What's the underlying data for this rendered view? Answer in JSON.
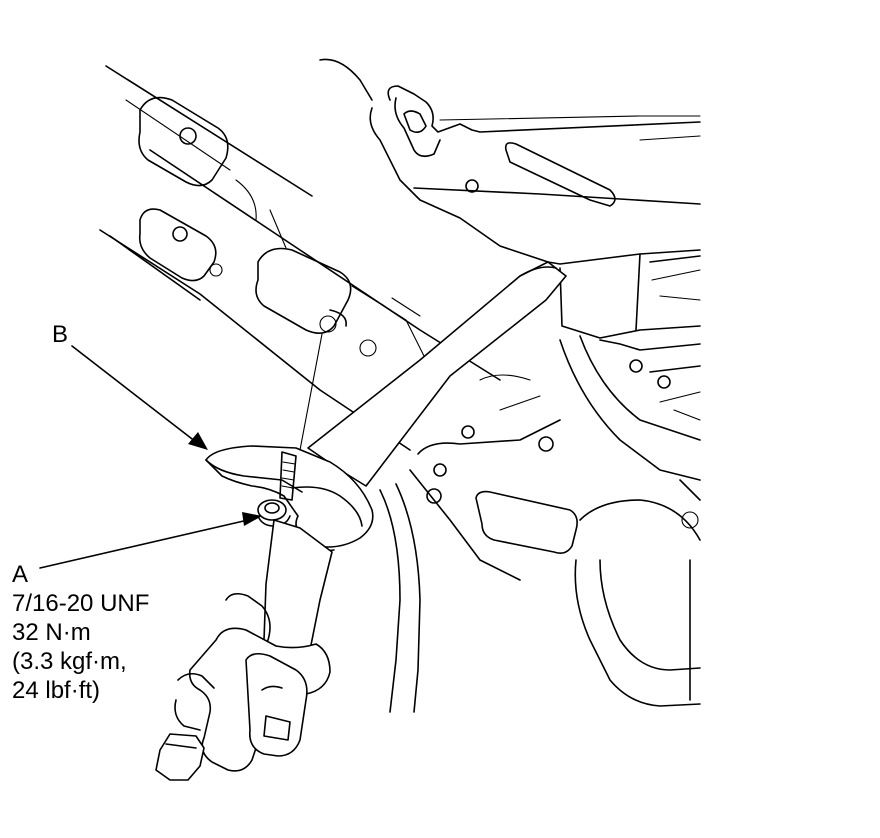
{
  "labels": {
    "b": "B",
    "a": "A"
  },
  "spec": {
    "thread": "7/16-20 UNF",
    "torque_nm": "32 N·m",
    "torque_kgf": "(3.3 kgf·m,",
    "torque_lbf": "24 lbf·ft)"
  },
  "colors": {
    "line": "#000000",
    "background": "#ffffff"
  }
}
